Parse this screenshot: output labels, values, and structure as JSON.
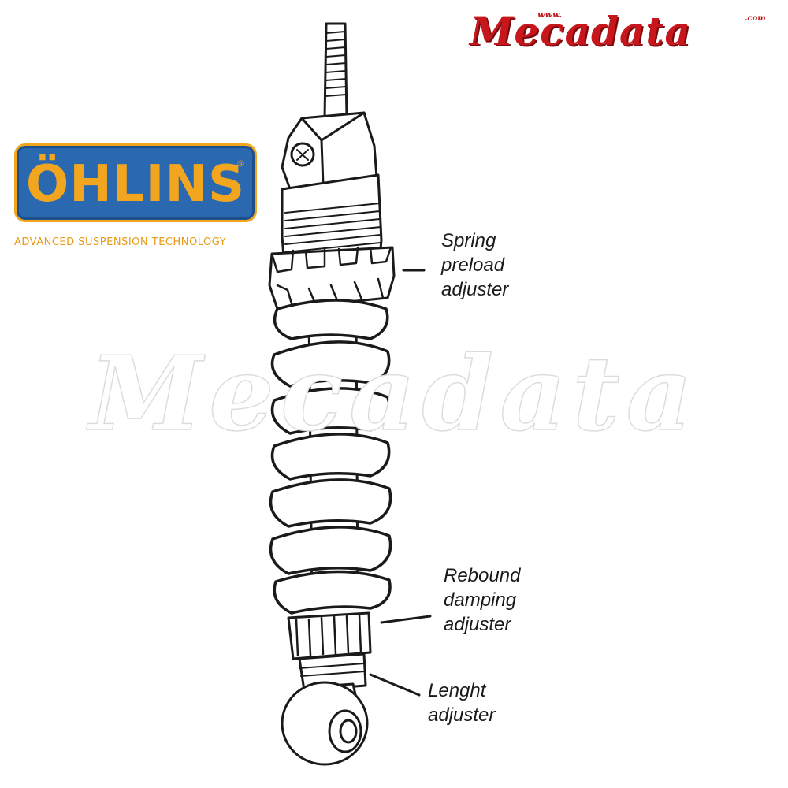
{
  "brand": {
    "ohlins_logo": "ÖHLINS",
    "ohlins_reg_mark": "®",
    "ohlins_tagline": "ADVANCED SUSPENSION TECHNOLOGY",
    "mecadata_logo": "Mecadata",
    "mecadata_url_prefix": "www.",
    "mecadata_url_suffix": ".com",
    "watermark": "Mecadata"
  },
  "callouts": {
    "spring_preload": [
      "Spring",
      "preload",
      "adjuster"
    ],
    "rebound_damping": [
      "Rebound",
      "damping",
      "adjuster"
    ],
    "length": [
      "Lenght",
      "adjuster"
    ]
  },
  "colors": {
    "ohlins_blue": "#2a69b0",
    "ohlins_gold": "#f2a51f",
    "mecadata_red": "#c7161c",
    "line_art": "#1a1a1a"
  }
}
